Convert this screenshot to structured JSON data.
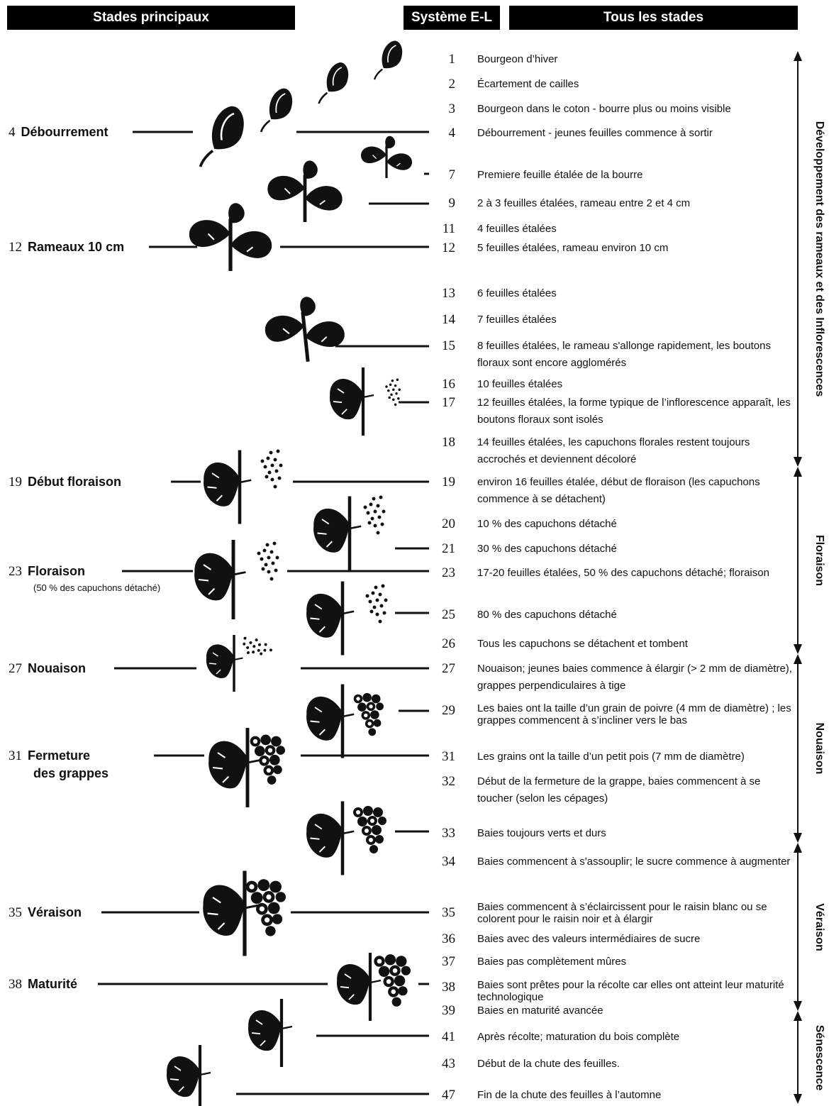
{
  "headers": {
    "main_stages": "Stades principaux",
    "el_system": "Système E-L",
    "all_stages": "Tous les stades"
  },
  "stages": [
    {
      "n": "1",
      "desc": "Bourgeon d’hiver"
    },
    {
      "n": "2",
      "desc": "Écartement de cailles"
    },
    {
      "n": "3",
      "desc": "Bourgeon dans le coton - bourre plus ou moins visible"
    },
    {
      "n": "4",
      "desc": "Débourrement - jeunes feuilles commence à sortir"
    },
    {
      "n": "7",
      "desc": "Premiere feuille étalée de la bourre"
    },
    {
      "n": "9",
      "desc": "2 à 3 feuilles étalées, rameau entre 2 et 4 cm"
    },
    {
      "n": "11",
      "desc": "4 feuilles étalées"
    },
    {
      "n": "12",
      "desc": "5 feuilles étalées, rameau environ 10 cm"
    },
    {
      "n": "13",
      "desc": "6 feuilles étalées"
    },
    {
      "n": "14",
      "desc": "7 feuilles étalées"
    },
    {
      "n": "15",
      "desc": "8 feuilles étalées, le rameau s'allonge rapidement, les boutons floraux sont encore agglomérés"
    },
    {
      "n": "16",
      "desc": "10 feuilles étalées"
    },
    {
      "n": "17",
      "desc": "12 feuilles étalées, la forme typique de l’inflorescence apparaît, les boutons floraux sont isolés"
    },
    {
      "n": "18",
      "desc": "14 feuilles étalées, les capuchons florales restent toujours accrochés et deviennent  décoloré"
    },
    {
      "n": "19",
      "desc": "environ 16 feuilles étalée, début de  floraison (les capuchons commence à se détachent)"
    },
    {
      "n": "20",
      "desc": "10 % des capuchons détaché"
    },
    {
      "n": "21",
      "desc": "30 % des capuchons détaché"
    },
    {
      "n": "23",
      "desc": "17-20 feuilles étalées, 50 % des capuchons détaché; floraison"
    },
    {
      "n": "25",
      "desc": "80 % des capuchons détaché"
    },
    {
      "n": "26",
      "desc": "Tous les capuchons se détachent et tombent"
    },
    {
      "n": "27",
      "desc": "Nouaison; jeunes baies commence à élargir (> 2 mm de diamètre), grappes perpendiculaires à tige"
    },
    {
      "n": "29",
      "desc": "Les baies  ont la taille d’un grain de poivre (4 mm de diamètre) ; les grappes commencent à s’incliner vers le bas"
    },
    {
      "n": "31",
      "desc": "Les grains ont la taille d’un petit pois (7 mm de diamètre)"
    },
    {
      "n": "32",
      "desc": "Début de la fermeture de la grappe, baies commencent à se toucher (selon les cépages)"
    },
    {
      "n": "33",
      "desc": "Baies toujours verts et durs"
    },
    {
      "n": "34",
      "desc": "Baies commencent à s'assouplir; le sucre commence à augmenter"
    },
    {
      "n": "35",
      "desc": "Baies commencent à s’éclaircissent pour le raisin blanc ou se colorent pour le raisin noir et à élargir"
    },
    {
      "n": "36",
      "desc": "Baies avec des valeurs intermédiaires de sucre"
    },
    {
      "n": "37",
      "desc": "Baies pas complètement mûres"
    },
    {
      "n": "38",
      "desc": "Baies sont prêtes pour la récolte car elles ont atteint leur maturité technologique"
    },
    {
      "n": "39",
      "desc": "Baies en maturité avancée"
    },
    {
      "n": "41",
      "desc": "Après récolte; maturation du bois complète"
    },
    {
      "n": "43",
      "desc": "Début de la chute des feuilles."
    },
    {
      "n": "47",
      "desc": "Fin de la chute des feuilles à l’automne"
    }
  ],
  "main_stages": [
    {
      "n": "4",
      "name": "Débourrement"
    },
    {
      "n": "12",
      "name": "Rameaux 10 cm"
    },
    {
      "n": "19",
      "name": "Début floraison"
    },
    {
      "n": "23",
      "name": "Floraison",
      "note": "(50 % des capuchons détaché)"
    },
    {
      "n": "27",
      "name": "Nouaison"
    },
    {
      "n": "31",
      "name": "Fermeture",
      "name2": "des grappes"
    },
    {
      "n": "35",
      "name": "Véraison"
    },
    {
      "n": "38",
      "name": "Maturité"
    }
  ],
  "phases": [
    {
      "label": "Développement des rameaux et  des Inflorescences"
    },
    {
      "label": "Floraison"
    },
    {
      "label": "Nouaison"
    },
    {
      "label": "Véraison"
    },
    {
      "label": "Sénescence"
    }
  ],
  "colors": {
    "ink": "#111111",
    "header_bg": "#000000",
    "header_text": "#ffffff",
    "background": "#ffffff"
  }
}
